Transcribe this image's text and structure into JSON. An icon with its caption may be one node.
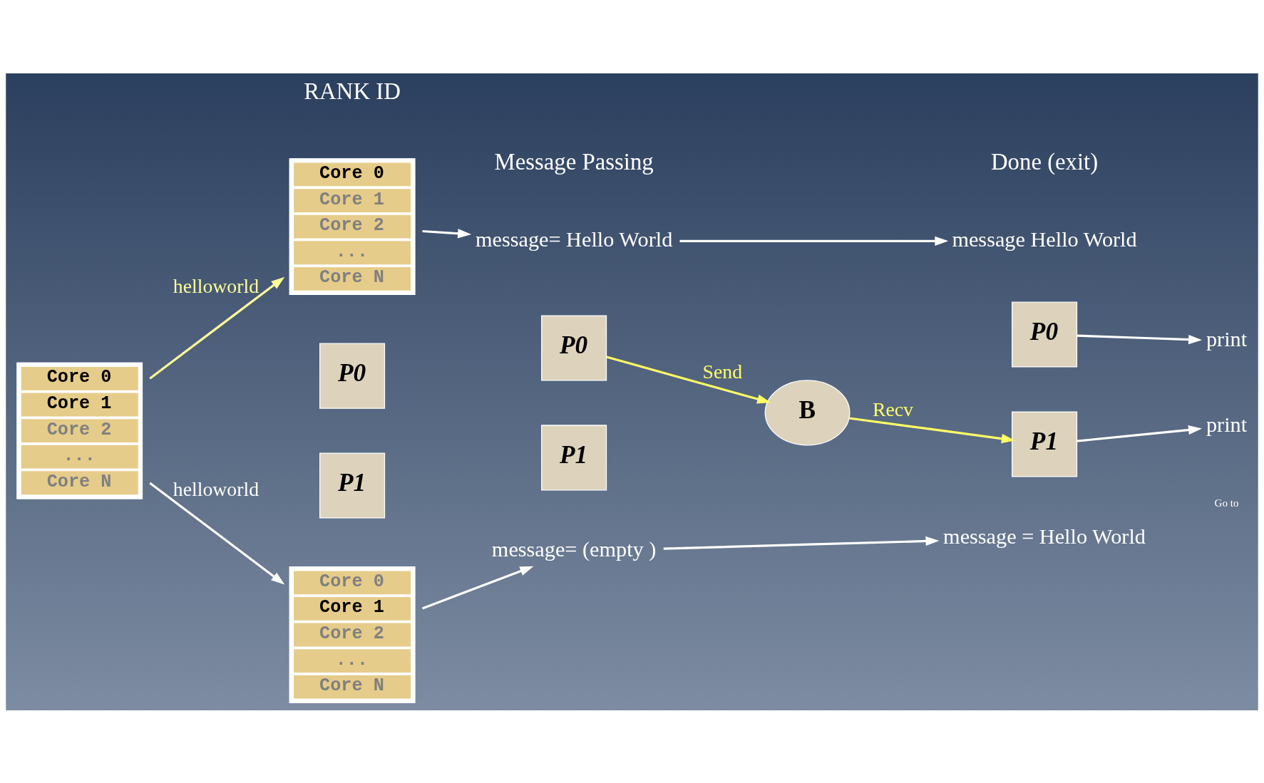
{
  "diagram": {
    "nodes": [
      {
        "text": [
          "Core 0",
          "Core 1",
          "Core 2",
          "...",
          "Core N"
        ]
      },
      {
        "text": [
          "message= Hello World"
        ]
      },
      {
        "text": [
          "message Hello World"
        ]
      },
      {
        "text": [
          "Core 0",
          "Core 1",
          "Core 2",
          "...",
          "Core N"
        ]
      },
      {
        "text": [
          "P0"
        ]
      },
      {
        "text": [
          "P0"
        ]
      },
      {
        "text": [
          "P0"
        ]
      },
      {
        "text": [
          "print"
        ]
      },
      {
        "text": [
          "B"
        ]
      },
      {
        "text": [
          "P1"
        ]
      },
      {
        "text": [
          "P1"
        ]
      },
      {
        "text": [
          "P1"
        ]
      },
      {
        "text": [
          "print"
        ]
      },
      {
        "text": [
          "Core 0",
          "Core 1",
          "Core 2",
          "...",
          "Core N"
        ]
      },
      {
        "text": [
          "message= (empty )"
        ]
      },
      {
        "text": [
          "message = Hello World"
        ]
      }
    ],
    "edges": [
      {
        "from": 3,
        "to": 0,
        "arrow": "to",
        "label": "helloworld",
        "color": "#ffff99"
      },
      {
        "from": 0,
        "to": 1,
        "arrow": "to"
      },
      {
        "from": 1,
        "to": 2,
        "arrow": "to"
      },
      {
        "from": 6,
        "to": 7,
        "arrow": "to"
      },
      {
        "from": 5,
        "to": 8,
        "arrow": "to",
        "label": "Send",
        "color": "#ffff66"
      },
      {
        "from": 8,
        "to": 11,
        "arrow": "to",
        "label": "Recv",
        "color": "#ffff66"
      },
      {
        "from": 11,
        "to": 12,
        "arrow": "to"
      },
      {
        "from": 3,
        "to": 13,
        "arrow": "to",
        "label": "helloworld"
      },
      {
        "from": 13,
        "to": 14,
        "arrow": "to"
      },
      {
        "from": 14,
        "to": 15,
        "arrow": "to"
      }
    ],
    "labels": [
      "RANK ID",
      "Message Passing",
      "Done (exit)",
      "Go to"
    ]
  }
}
